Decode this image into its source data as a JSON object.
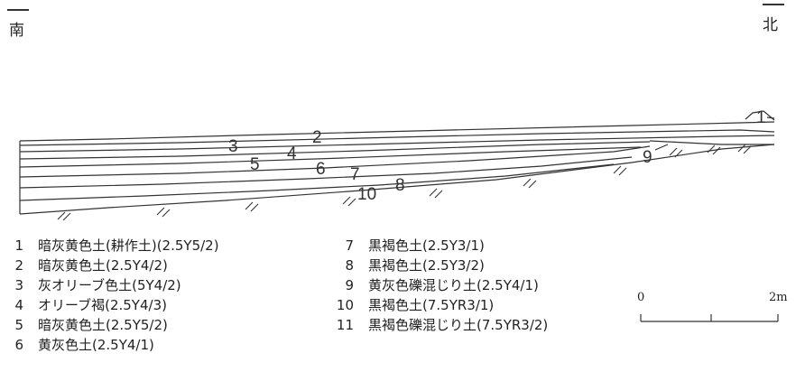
{
  "directions": {
    "south": "南",
    "north": "北"
  },
  "layer_labels": [
    "1",
    "2",
    "3",
    "4",
    "5",
    "6",
    "7",
    "8",
    "9",
    "10"
  ],
  "legend": [
    {
      "num": "1",
      "text": "暗灰黄色土(耕作土)(2.5Y5/2)"
    },
    {
      "num": "2",
      "text": "暗灰黄色土(2.5Y4/2)"
    },
    {
      "num": "3",
      "text": "灰オリーブ色土(5Y4/2)"
    },
    {
      "num": "4",
      "text": "オリーブ褐(2.5Y4/3)"
    },
    {
      "num": "5",
      "text": "暗灰黄色土(2.5Y5/2)"
    },
    {
      "num": "6",
      "text": "黄灰色土(2.5Y4/1)"
    },
    {
      "num": "7",
      "text": "黒褐色土(2.5Y3/1)"
    },
    {
      "num": "8",
      "text": "黒褐色土(2.5Y3/2)"
    },
    {
      "num": "9",
      "text": "黄灰色礫混じり土(2.5Y4/1)"
    },
    {
      "num": "10",
      "text": "黒褐色土(7.5YR3/1)"
    },
    {
      "num": "11",
      "text": "黒褐色礫混じり土(7.5YR3/2)"
    }
  ],
  "scale": {
    "start": "0",
    "end": "2m"
  }
}
